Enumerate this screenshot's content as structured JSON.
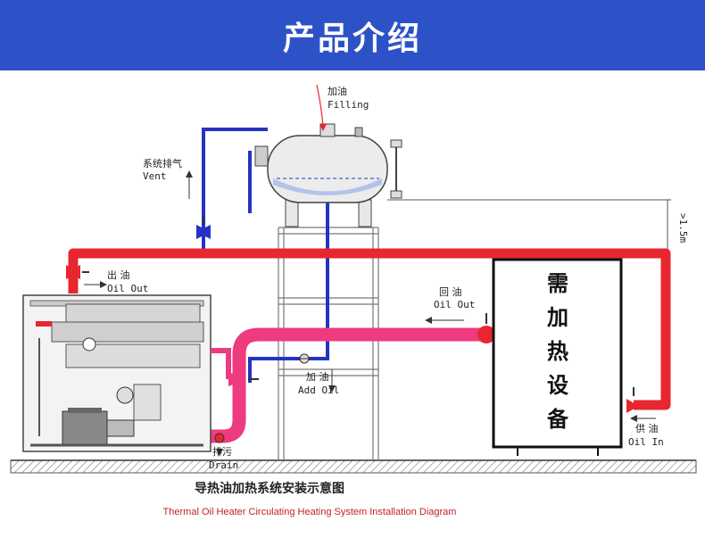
{
  "header": {
    "title": "产品介绍"
  },
  "labels": {
    "filling_cn": "加油",
    "filling_en": "Filling",
    "vent_cn": "系统排气",
    "vent_en": "Vent",
    "oil_out_cn": "出 油",
    "oil_out_en": "Oil Out",
    "return_cn": "回 油",
    "return_en": "Oil Out",
    "add_oil_cn": "加 油",
    "add_oil_en": "Add Oil",
    "oil_in_cn": "供 油",
    "oil_in_en": "Oil In",
    "drain_cn": "排污",
    "drain_en": "Drain",
    "height": ">1.5m"
  },
  "device": {
    "chars": [
      "需",
      "加",
      "热",
      "设",
      "备"
    ]
  },
  "caption": {
    "cn": "导热油加热系统安装示意图",
    "en": "Thermal Oil Heater Circulating Heating System Installation Diagram"
  },
  "colors": {
    "banner": "#2d52c8",
    "hot_pipe": "#e8262f",
    "return_pipe": "#ee3a7f",
    "blue_pipe": "#2433c4"
  }
}
